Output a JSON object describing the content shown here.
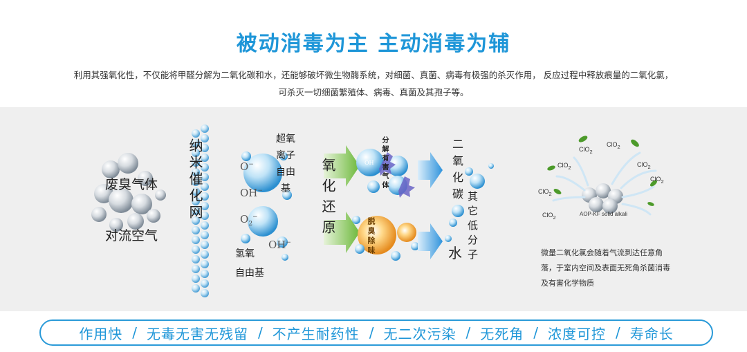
{
  "title": "被动消毒为主  主动消毒为辅",
  "description": {
    "line1": "利用其强氧化性，不仅能将甲醛分解为二氧化碳和水，还能够破坏微生物酶系统，对细菌、真菌、病毒有极强的杀灭作用， 反应过程中释放痕量的二氧化氯，",
    "line2": "可杀灭一切细菌繁殖体、病毒、真菌及其孢子等。"
  },
  "diagram": {
    "gas_label_1": "废臭气体",
    "gas_label_2": "对流空气",
    "mesh_label": "纳米催化网",
    "superoxide_label": "超氧离子自由基",
    "ion_o_minus": "O",
    "ion_oh_minus": "OH",
    "ion_o2_minus": "O",
    "ion_oh2_minus": "OH",
    "hydroxyl_label_1": "氢氧",
    "hydroxyl_label_2": "自由基",
    "redox_label": "氧化还原",
    "decompose_label": "分解有害气体",
    "deodorize_label": "脱臭除味",
    "oh_bubble_label": "OH",
    "co2_label": "二氧化碳",
    "water_label": "水",
    "other_label": "其它低分子",
    "clo2": "ClO",
    "clo2_sub": "2",
    "alkali_label": "AOP-KF solid alkali",
    "note": "微量二氧化氯会随着气流到达任意角落，于室内空间及表面无死角杀菌消毒及有害化学物质"
  },
  "features": [
    "作用快",
    "无毒无害无残留",
    "不产生耐药性",
    "无二次污染",
    "无死角",
    "浓度可控",
    "寿命长"
  ],
  "feature_separator": "/",
  "colors": {
    "accent": "#1e96d8",
    "panel": "#efefef",
    "arrow_green": "#7cc242",
    "arrow_blue": "#3a9be0",
    "leaf": "#4c9a2a"
  }
}
